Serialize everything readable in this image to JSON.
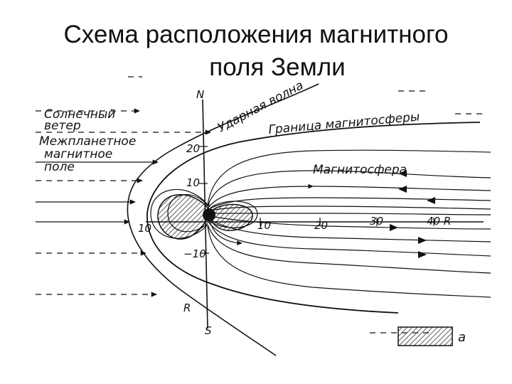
{
  "title_line1": "Схема расположения магнитного",
  "title_line2": "поля Земли",
  "labels": {
    "solar_wind_1": "Солнечный",
    "solar_wind_2": "ветер",
    "imf_1": "Межпланетное",
    "imf_2": "магнитное",
    "imf_3": "поле",
    "shock_wave": "Ударная волна",
    "magnetopause": "Граница магнитосферы",
    "magnetosphere": "Магнитосфера",
    "north": "N",
    "south": "S",
    "radius": "R",
    "legend_a": "а"
  },
  "axis_ticks": {
    "v_20": "20",
    "v_10": "10",
    "v_m10": "−10",
    "h_left_10": "10",
    "h_10": "10",
    "h_20": "20",
    "h_30": "30",
    "h_40": "40 R"
  },
  "colors": {
    "ink": "#111111",
    "hatch": "#333333"
  }
}
